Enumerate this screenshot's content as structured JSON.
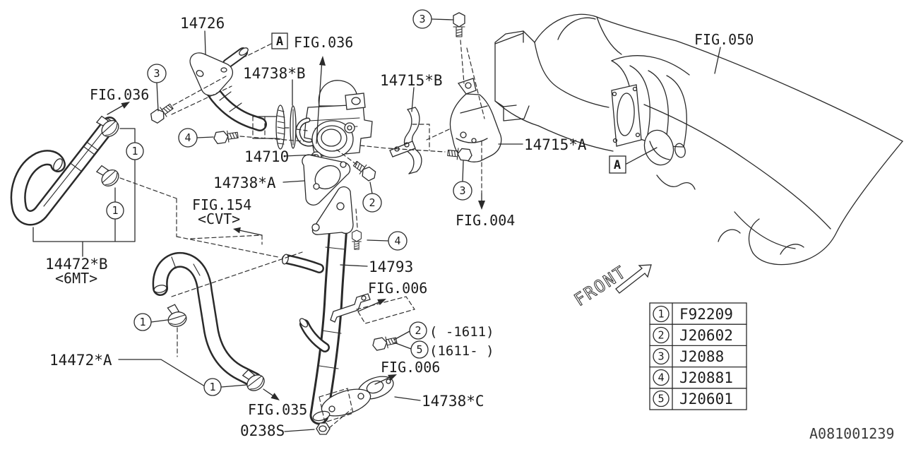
{
  "figure": {
    "drawing_number": "A081001239",
    "front_label": "FRONT",
    "ink_color": "#2a2a2a"
  },
  "callouts": {
    "one": "1",
    "two": "2",
    "three": "3",
    "four": "4",
    "five": "5",
    "section_a": "A"
  },
  "part_labels": {
    "p14726": "14726",
    "p14738b": "14738*B",
    "p14715b": "14715*B",
    "p14710": "14710",
    "p14738a": "14738*A",
    "p14715a": "14715*A",
    "p14472b": "14472*B",
    "p14472b_note": "<6MT>",
    "p14472a": "14472*A",
    "p14793": "14793",
    "p14738c": "14738*C",
    "p0238s": "0238S",
    "bolt2_range": "( -1611)",
    "bolt5_range": "(1611- )"
  },
  "figure_refs": {
    "fig036_left": "FIG.036",
    "fig036_top": "FIG.036",
    "fig050": "FIG.050",
    "fig004": "FIG.004",
    "fig154": "FIG.154",
    "fig154_note": "<CVT>",
    "fig006_mid": "FIG.006",
    "fig006_low": "FIG.006",
    "fig035": "FIG.035"
  },
  "legend": {
    "rows": [
      {
        "num": "1",
        "code": "F92209"
      },
      {
        "num": "2",
        "code": "J20602"
      },
      {
        "num": "3",
        "code": "J2088"
      },
      {
        "num": "4",
        "code": "J20881"
      },
      {
        "num": "5",
        "code": "J20601"
      }
    ]
  }
}
